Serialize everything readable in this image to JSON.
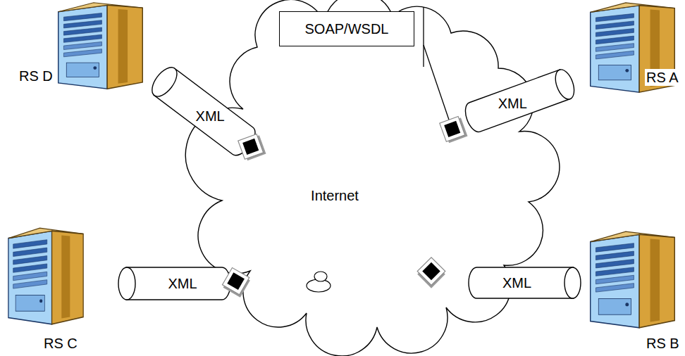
{
  "diagram": {
    "nodes": [
      {
        "text": [
          "RS D"
        ]
      },
      {
        "text": [
          "XML"
        ]
      },
      {
        "text": [
          "SOAP/WSDL"
        ]
      },
      {
        "text": [
          "XML"
        ]
      },
      {
        "text": [
          "RS A"
        ]
      },
      {
        "text": [
          "Internet"
        ]
      },
      {
        "text": [
          "RS C"
        ]
      },
      {
        "text": [
          "XML"
        ]
      },
      {
        "text": [
          "XML"
        ]
      },
      {
        "text": [
          "RS B"
        ]
      }
    ]
  }
}
